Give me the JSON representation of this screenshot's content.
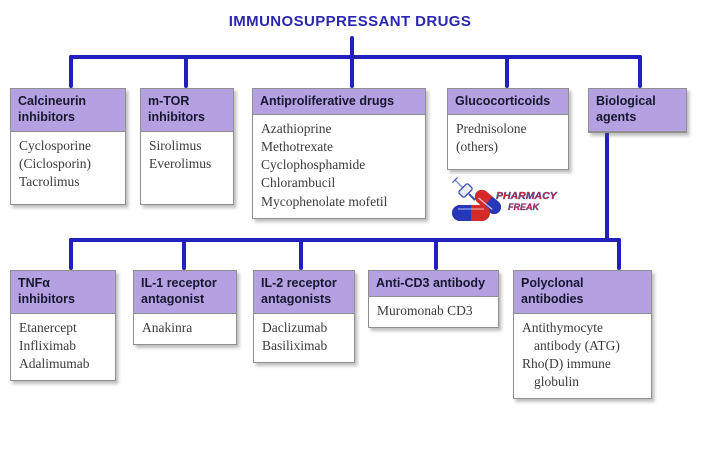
{
  "title": "IMMUNOSUPPRESSANT DRUGS",
  "logo": {
    "brand_line1": "PHARMACY",
    "brand_line2": "FREAK"
  },
  "colors": {
    "header_purple": "#b3a1e2",
    "connector_blue": "#2220bd",
    "title_blue": "#2a27b0",
    "logo_red": "#d42a2a",
    "logo_blue": "#2637b8"
  },
  "groups_row1": [
    {
      "header": "Calcineurin inhibitors",
      "items": [
        "Cyclosporine (Ciclosporin)",
        "Tacrolimus"
      ]
    },
    {
      "header": "m-TOR inhibitors",
      "items": [
        "Sirolimus",
        "Everolimus"
      ]
    },
    {
      "header": "Antiproliferative drugs",
      "items": [
        "Azathioprine",
        "Methotrexate",
        "Cyclophosphamide",
        "Chlorambucil",
        "Mycophenolate mofetil"
      ]
    },
    {
      "header": "Glucocorticoids",
      "items": [
        "Prednisolone (others)"
      ]
    },
    {
      "header": "Biological agents",
      "items": []
    }
  ],
  "groups_row2": [
    {
      "header": "TNFα inhibitors",
      "items": [
        "Etanercept",
        "Infliximab",
        "Adalimumab"
      ]
    },
    {
      "header": "IL-1 receptor antagonist",
      "items": [
        "Anakinra"
      ]
    },
    {
      "header": "IL-2 receptor antagonists",
      "items": [
        "Daclizumab",
        "Basiliximab"
      ]
    },
    {
      "header": "Anti-CD3 antibody",
      "items": [
        "Muromonab CD3"
      ]
    },
    {
      "header": "Polyclonal antibodies",
      "items": [
        "Antithymocyte antibody (ATG)",
        "Rho(D) immune globulin"
      ]
    }
  ]
}
